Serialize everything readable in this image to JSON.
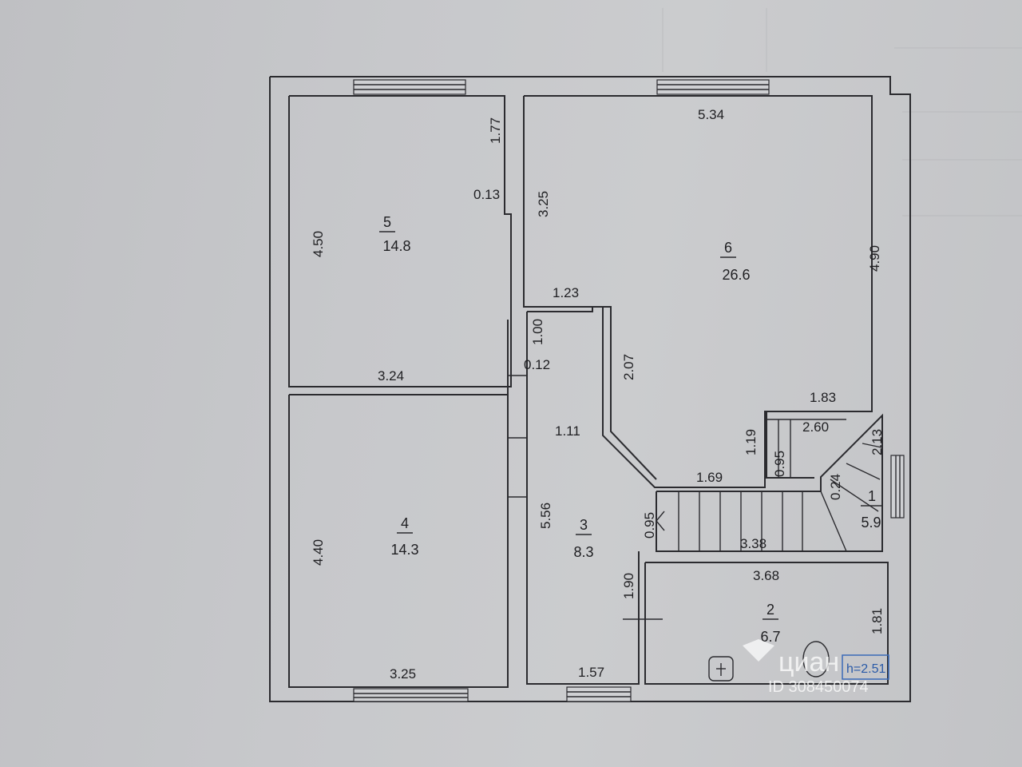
{
  "rooms": [
    {
      "id": "room-5",
      "number": "5",
      "area": "14.8"
    },
    {
      "id": "room-6",
      "number": "6",
      "area": "26.6"
    },
    {
      "id": "room-4",
      "number": "4",
      "area": "14.3"
    },
    {
      "id": "room-3",
      "number": "3",
      "area": "8.3"
    },
    {
      "id": "room-2",
      "number": "2",
      "area": "6.7"
    },
    {
      "id": "room-1",
      "number": "1",
      "area": "5.9"
    }
  ],
  "dimensions": {
    "r5_top_right": "1.77",
    "r5_niche": "0.13",
    "r5_height": "4.50",
    "r5_width": "3.24",
    "r6_width": "5.34",
    "r6_left": "3.25",
    "r6_right": "4.90",
    "r6_step": "1.23",
    "corr_top": "1.00",
    "corr_wall": "0.12",
    "corr_diag": "2.07",
    "corr_width": "1.11",
    "stair_top": "1.83",
    "stair_inner": "2.60",
    "stair_right": "2.13",
    "stair_left": "1.19",
    "stair_small": "0.95",
    "stair_bottom": "1.69",
    "stair_tiny": "0.24",
    "hall_height": "5.56",
    "hall_step": "0.95",
    "hall_door": "1.90",
    "hall_bottom": "1.57",
    "stair_run": "3.38",
    "r2_width": "3.68",
    "r2_height": "1.81",
    "r4_height": "4.40",
    "r4_width": "3.25"
  },
  "ceiling_height": "h=2.51",
  "watermark": {
    "brand": "циан",
    "id": "ID 308450074"
  }
}
